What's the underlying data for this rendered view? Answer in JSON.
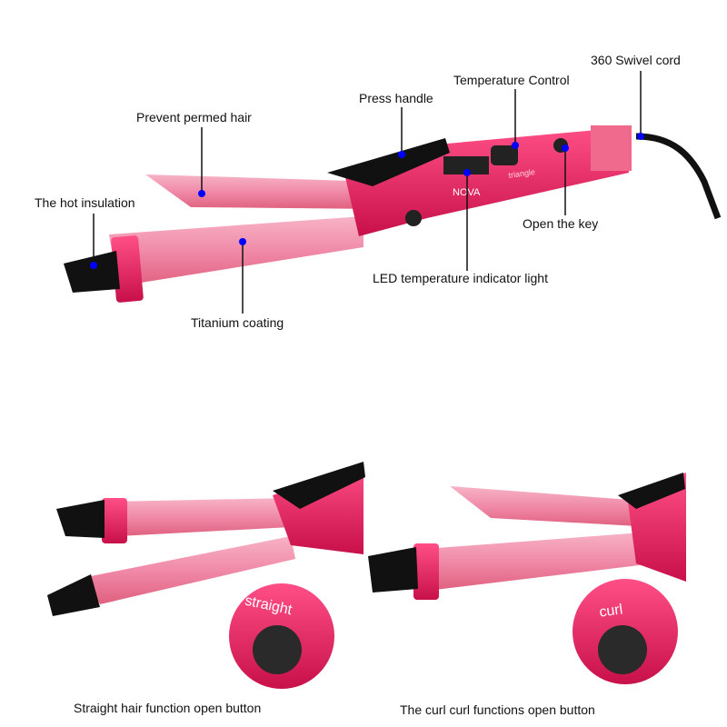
{
  "labels": {
    "swivel_cord": "360 Swivel cord",
    "temperature_control": "Temperature Control",
    "press_handle": "Press handle",
    "prevent_permed_hair": "Prevent permed hair",
    "hot_insulation": "The hot insulation",
    "titanium_coating": "Titanium coating",
    "led_indicator": "LED temperature indicator light",
    "open_key": "Open the key"
  },
  "brand": "NOVA",
  "model_text": "triangle",
  "captions": {
    "straight": "Straight hair function open button",
    "curl": "The curl curl functions open button"
  },
  "button_labels": {
    "straight": "straight",
    "curl": "curl"
  },
  "colors": {
    "pink": "#f08aa8",
    "magenta": "#e8175d",
    "dot": "#0000ff"
  }
}
